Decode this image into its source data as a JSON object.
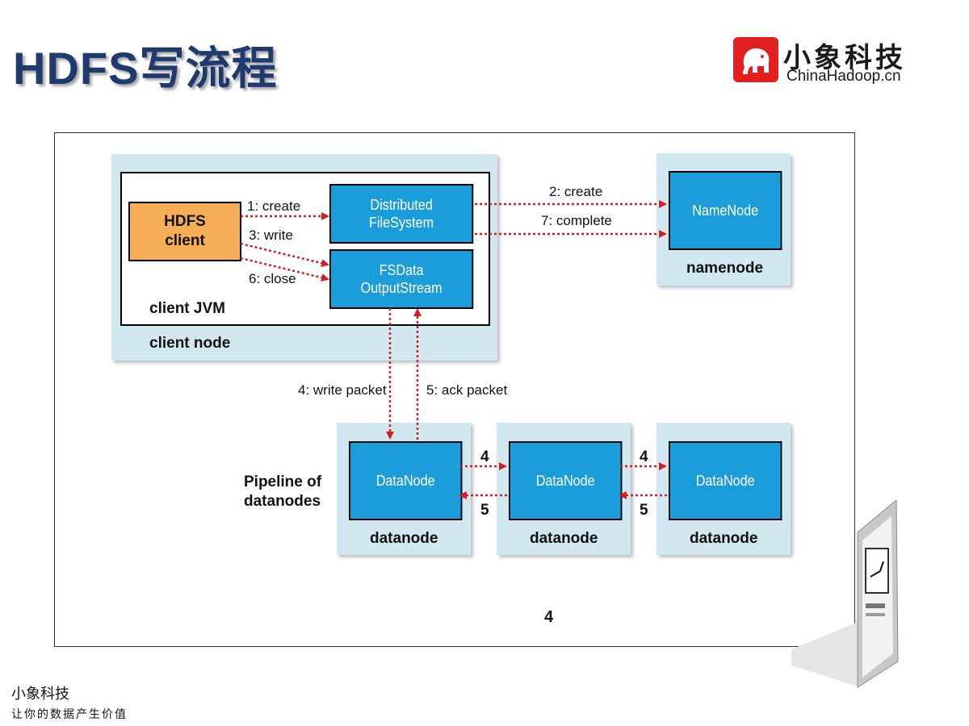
{
  "slide": {
    "title": "HDFS写流程"
  },
  "logo": {
    "name_cn": "小象科技",
    "name_en": "ChinaHadoop.cn"
  },
  "diagram": {
    "client_node_label": "client node",
    "client_jvm_label": "client JVM",
    "hdfs_client": {
      "line1": "HDFS",
      "line2": "client"
    },
    "dfs": {
      "line1": "Distributed",
      "line2": "FileSystem"
    },
    "fsdata": {
      "line1": "FSData",
      "line2": "OutputStream"
    },
    "namenode_inner": "NameNode",
    "namenode_label": "namenode",
    "steps": {
      "create1": "1: create",
      "create2": "2: create",
      "write3": "3: write",
      "write_packet4": "4: write packet",
      "ack_packet5": "5: ack packet",
      "close6": "6: close",
      "complete7": "7: complete"
    },
    "pipeline_label": {
      "line1": "Pipeline of",
      "line2": "datanodes"
    },
    "datanodes": [
      {
        "inner": "DataNode",
        "label": "datanode"
      },
      {
        "inner": "DataNode",
        "label": "datanode"
      },
      {
        "inner": "DataNode",
        "label": "datanode"
      }
    ],
    "pipeline_steps": {
      "forward": "4",
      "back": "5"
    },
    "page_number": "4"
  },
  "footer": {
    "company": "小象科技",
    "slogan": "让你的数据产生价值"
  },
  "colors": {
    "title": "#1f3b6e",
    "blue_box": "#1c9ddb",
    "client_box": "#f5ae55",
    "light_panel": "#d2e8f1",
    "arrow": "#d11f26"
  }
}
